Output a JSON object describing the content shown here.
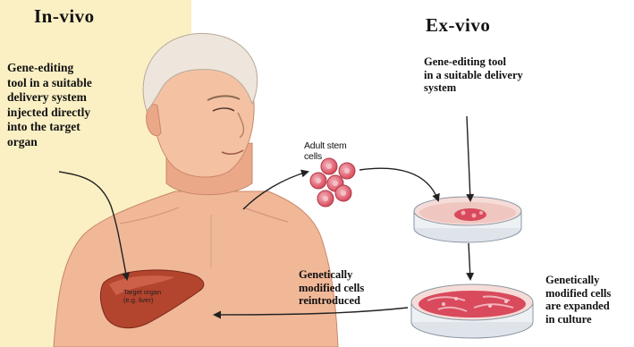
{
  "in_vivo": {
    "title": "In-vivo",
    "description": [
      "Gene-editing",
      "tool in a suitable",
      "delivery system",
      "injected directly",
      "into the target",
      "organ"
    ],
    "organ_label": [
      "Target organ",
      "(e.g. liver)"
    ]
  },
  "ex_vivo": {
    "title": "Ex-vivo",
    "tool_label": [
      "Gene-editing tool",
      "in a suitable delivery",
      "system"
    ],
    "stem_cells_label": [
      "Adult stem",
      "cells"
    ],
    "reintroduced_label": [
      "Genetically",
      "modified cells",
      "reintroduced"
    ],
    "expanded_label": [
      "Genetically",
      "modified cells",
      "are expanded",
      "in culture"
    ]
  },
  "colors": {
    "in_vivo_background": "#fbf0c4",
    "skin": "#f1b898",
    "liver": "#b3442d",
    "cells": "#d84a5c",
    "arrows": "#222222"
  }
}
